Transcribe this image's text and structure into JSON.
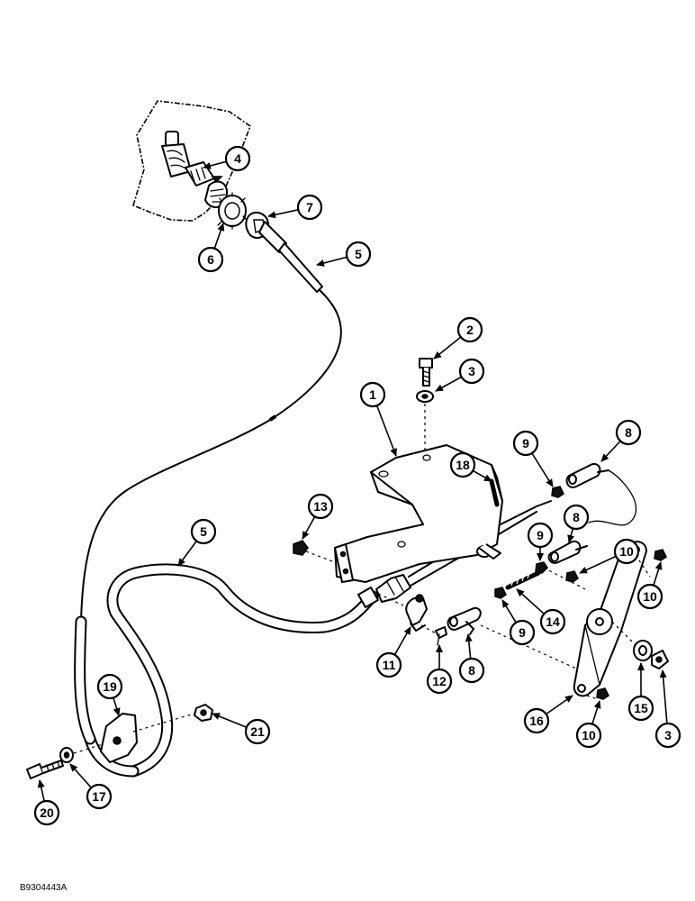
{
  "diagram": {
    "figure_code": "B9304443A",
    "callouts": [
      {
        "label": "1"
      },
      {
        "label": "2"
      },
      {
        "label": "3"
      },
      {
        "label": "3"
      },
      {
        "label": "4"
      },
      {
        "label": "5"
      },
      {
        "label": "5"
      },
      {
        "label": "6"
      },
      {
        "label": "7"
      },
      {
        "label": "8"
      },
      {
        "label": "8"
      },
      {
        "label": "8"
      },
      {
        "label": "9"
      },
      {
        "label": "9"
      },
      {
        "label": "9"
      },
      {
        "label": "10"
      },
      {
        "label": "10"
      },
      {
        "label": "10"
      },
      {
        "label": "11"
      },
      {
        "label": "12"
      },
      {
        "label": "13"
      },
      {
        "label": "14"
      },
      {
        "label": "15"
      },
      {
        "label": "16"
      },
      {
        "label": "17"
      },
      {
        "label": "18"
      },
      {
        "label": "19"
      },
      {
        "label": "20"
      },
      {
        "label": "21"
      }
    ]
  }
}
